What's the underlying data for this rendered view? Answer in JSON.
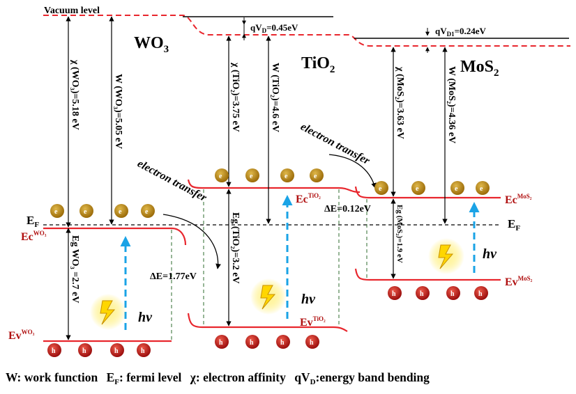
{
  "labels": {
    "vacuum": "Vacuum level",
    "qvd": "qV",
    "qvd_sub": "D",
    "qvd_val": "=0.45eV",
    "qvd1": "qV",
    "qvd1_sub": "D1",
    "qvd1_val": "=0.24eV",
    "ef_left": "E",
    "ef_left_sub": "F",
    "ef_right": "E",
    "ef_right_sub": "F",
    "electron_transfer": "electron transfer",
    "hv": "hv",
    "electron": "e",
    "hole": "h"
  },
  "materials": {
    "wo3": {
      "name": "WO",
      "name_sub": "3",
      "chi": "χ (WO₃)=5.18 eV",
      "w": "W (WO₃)=5.05 eV",
      "eg": "Eg WO₃ =2.7 eV",
      "ec": "Ec",
      "ec_sup": "WO₃",
      "ev": "Ev",
      "ev_sup": "WO₃",
      "de": "ΔE=1.77eV"
    },
    "tio2": {
      "name": "TiO",
      "name_sub": "2",
      "chi": "χ (TiO₂)=3.75 eV",
      "w": "W (TiO₂)=4.6 eV",
      "eg": "Eg (TiO₂)=3.2 eV",
      "ec": "Ec",
      "ec_sup": "TiO₂",
      "ev": "Ev",
      "ev_sup": "TiO₂",
      "de": "ΔE=0.12eV"
    },
    "mos2": {
      "name": "MoS",
      "name_sub": "2",
      "chi": "χ (MoS₂)=3.63 eV",
      "w": "W (MoS₂)=4.36 eV",
      "eg": "Eg (MoS₂)=1.9 eV",
      "ec": "Ec",
      "ec_sup": "MoS₂",
      "ev": "Ev",
      "ev_sup": "MoS₂"
    }
  },
  "legend": {
    "w_def": "W: work function",
    "ef_def_main": "E",
    "ef_def_sub": "F",
    "ef_def_rest": ": fermi level",
    "chi_def": "χ: electron affinity",
    "qvd_def_main": "qV",
    "qvd_def_sub": "D",
    "qvd_def_rest": ":energy band bending"
  },
  "colors": {
    "band": "#e8262d",
    "electron": "#b8860b",
    "hole": "#c41a1a",
    "arrow_blue": "#1aa3e6",
    "guide_green": "#2e6b2e",
    "label_red": "#b01010"
  }
}
